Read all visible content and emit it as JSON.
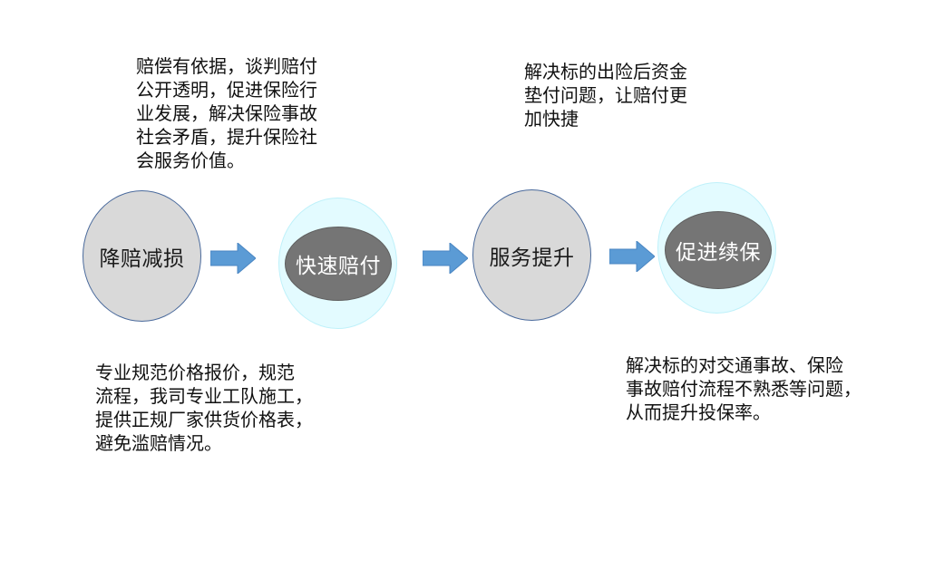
{
  "notes": {
    "top_left": "赔偿有依据，谈判赔付\n公开透明，促进保险行\n业发展，解决保险事故\n社会矛盾，提升保险社\n会服务价值。",
    "top_right": "解决标的出险后资金\n垫付问题，让赔付更\n加快捷",
    "bottom_left": "专业规范价格报价，规范\n流程，我司专业工队施工，\n提供正规厂家供货价格表，\n避免滥赔情况。",
    "bottom_right": "解决标的对交通事故、保险\n事故赔付流程不熟悉等问题，\n从而提升投保率。"
  },
  "nodes": [
    {
      "label": "降赔减损",
      "style": "gray"
    },
    {
      "label": "快速赔付",
      "style": "halo"
    },
    {
      "label": "服务提升",
      "style": "gray"
    },
    {
      "label": "促进续保",
      "style": "halo"
    }
  ],
  "colors": {
    "gray_fill": "#d9d9d9",
    "gray_border": "#4a6a9c",
    "halo_fill": "#e3fbff",
    "inner_fill": "#757575",
    "arrow_fill": "#5b9bd5"
  }
}
